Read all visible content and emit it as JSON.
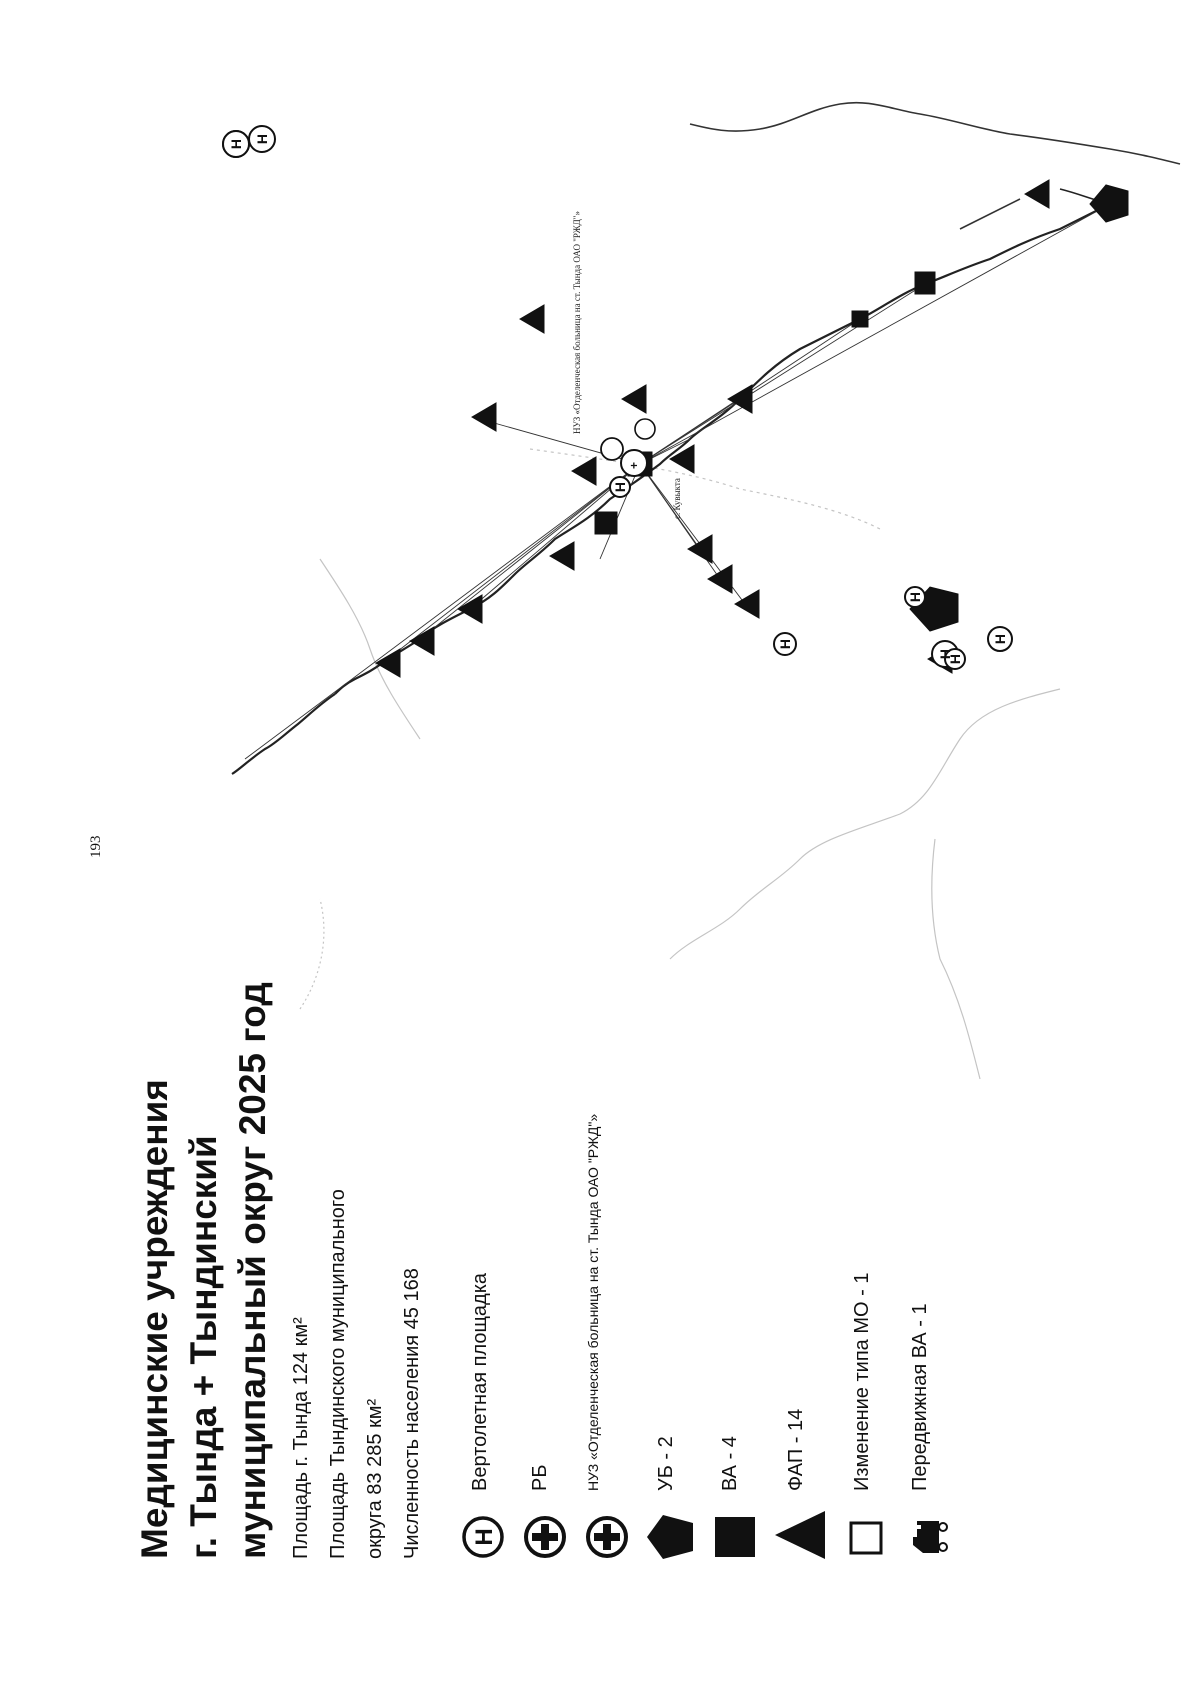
{
  "page_number": "193",
  "title_lines": [
    "Медицинские учреждения",
    "г. Тында + Тындинский",
    "муниципальный округ 2025 год"
  ],
  "info_lines": [
    "Площадь г. Тында 124 км²",
    "Площадь Тындинского муниципального",
    "округа 83 285 км²",
    "Численность населения 45 168"
  ],
  "legend": [
    {
      "icon": "helipad-icon",
      "label": "Вертолетная площадка"
    },
    {
      "icon": "cross-circle-icon",
      "label": "РБ"
    },
    {
      "icon": "cross-circle-icon",
      "label": "НУЗ «Отделенческая больница на ст. Тында ОАО \"РЖД\"»"
    },
    {
      "icon": "pentagon-icon",
      "label": "УБ - 2"
    },
    {
      "icon": "square-icon",
      "label": "ВА - 4"
    },
    {
      "icon": "triangle-icon",
      "label": "ФАП - 14"
    },
    {
      "icon": "empty-square-icon",
      "label": "Изменение типа МО - 1"
    },
    {
      "icon": "mobile-clinic-icon",
      "label": "Передвижная ВА - 1"
    }
  ],
  "map_labels": {
    "kuvykta": "с. Кувыкта",
    "hub_label": "НУЗ «Отделенческая больница на ст. Тында ОАО \"РЖД\"»",
    "helipad_letter": "H"
  },
  "colors": {
    "ink": "#111111",
    "faint": "#bbbbbb",
    "line": "#333333"
  }
}
